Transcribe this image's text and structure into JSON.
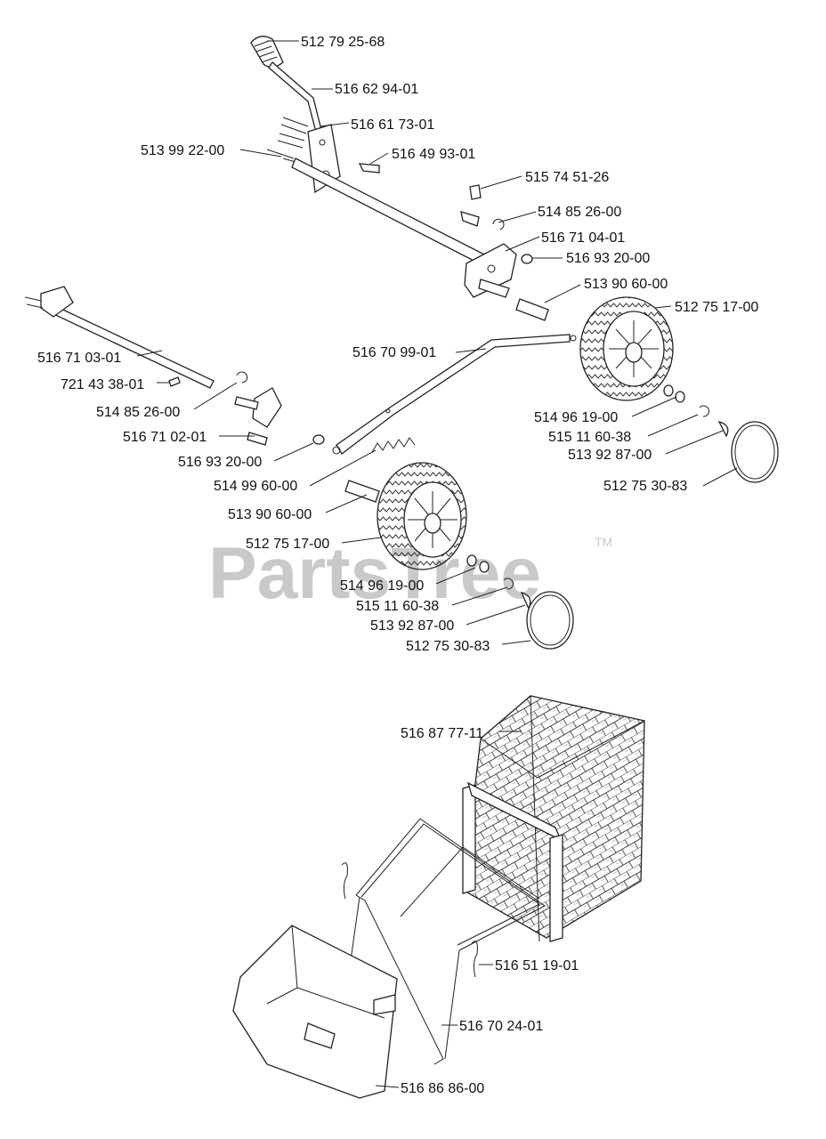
{
  "watermark": {
    "text": "PartsTree",
    "trademark": "TM"
  },
  "labels": {
    "l01": "512 79 25-68",
    "l02": "516 62 94-01",
    "l03": "516 61 73-01",
    "l04": "513 99 22-00",
    "l05": "516 49 93-01",
    "l06": "515 74 51-26",
    "l07": "514 85 26-00",
    "l08": "516 71 04-01",
    "l09": "516 93 20-00",
    "l10": "513 90 60-00",
    "l11": "512 75 17-00",
    "l12": "516 70 99-01",
    "l13": "516 71 03-01",
    "l14": "721 43 38-01",
    "l15": "514 85 26-00",
    "l16": "516 71 02-01",
    "l17": "514 96 19-00",
    "l18": "515 11 60-38",
    "l19": "513 92 87-00",
    "l20": "512 75 30-83",
    "l21": "516 93 20-00",
    "l22": "514 99 60-00",
    "l23": "513 90 60-00",
    "l24": "512 75 17-00",
    "l25": "514 96 19-00",
    "l26": "515 11 60-38",
    "l27": "513 92 87-00",
    "l28": "512 75 30-83",
    "l29": "516 87 77-11",
    "l30": "516 51 19-01",
    "l31": "516 70 24-01",
    "l32": "516 86 86-00"
  }
}
